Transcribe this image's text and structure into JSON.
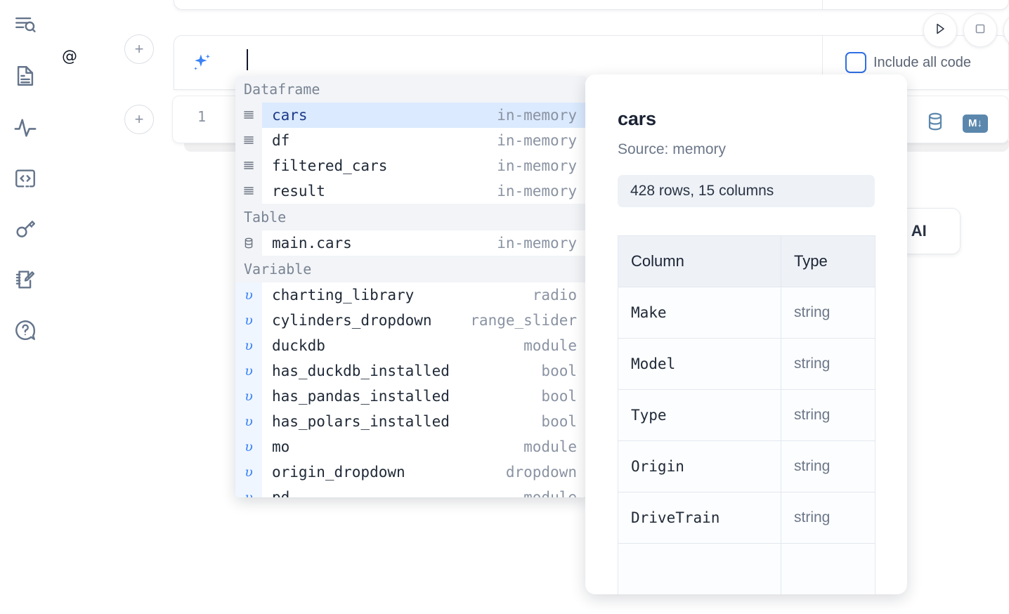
{
  "app": {
    "sidebar": {
      "items": [
        {
          "icon": "file-search-icon",
          "label": "Explore"
        },
        {
          "icon": "document-icon",
          "label": "Notebook"
        },
        {
          "icon": "activity-pulse-icon",
          "label": "Runtime"
        },
        {
          "icon": "code-brackets-icon",
          "label": "Snippets"
        },
        {
          "icon": "key-icon",
          "label": "Secrets"
        },
        {
          "icon": "notebook-pencil-icon",
          "label": "Scratchpad"
        },
        {
          "icon": "help-chat-icon",
          "label": "Help"
        }
      ]
    },
    "toolbar": {
      "run_label": "Run",
      "stop_label": "Stop",
      "include_all_code_label": "Include all code",
      "include_all_code_checked": false,
      "add_cell_label": "+"
    },
    "ai_prompt": {
      "value": "@",
      "sparkle_icon": "ai-sparkle-icon"
    },
    "code_cell": {
      "line_number": "1",
      "database_icon": "database-icon",
      "markdown_badge": "M↓"
    },
    "ghost_button": {
      "label": "h AI"
    }
  },
  "autocomplete": {
    "groups": [
      {
        "title": "Dataframe",
        "items": [
          {
            "icon": "dataframe-icon",
            "name": "cars",
            "meta": "in-memory",
            "selected": true
          },
          {
            "icon": "dataframe-icon",
            "name": "df",
            "meta": "in-memory",
            "selected": false
          },
          {
            "icon": "dataframe-icon",
            "name": "filtered_cars",
            "meta": "in-memory",
            "selected": false
          },
          {
            "icon": "dataframe-icon",
            "name": "result",
            "meta": "in-memory",
            "selected": false
          }
        ]
      },
      {
        "title": "Table",
        "items": [
          {
            "icon": "table-db-icon",
            "name": "main.cars",
            "meta": "in-memory",
            "selected": false
          }
        ]
      },
      {
        "title": "Variable",
        "items": [
          {
            "icon": "variable-icon",
            "name": "charting_library",
            "meta": "radio",
            "selected": false
          },
          {
            "icon": "variable-icon",
            "name": "cylinders_dropdown",
            "meta": "range_slider",
            "selected": false
          },
          {
            "icon": "variable-icon",
            "name": "duckdb",
            "meta": "module",
            "selected": false
          },
          {
            "icon": "variable-icon",
            "name": "has_duckdb_installed",
            "meta": "bool",
            "selected": false
          },
          {
            "icon": "variable-icon",
            "name": "has_pandas_installed",
            "meta": "bool",
            "selected": false
          },
          {
            "icon": "variable-icon",
            "name": "has_polars_installed",
            "meta": "bool",
            "selected": false
          },
          {
            "icon": "variable-icon",
            "name": "mo",
            "meta": "module",
            "selected": false
          },
          {
            "icon": "variable-icon",
            "name": "origin_dropdown",
            "meta": "dropdown",
            "selected": false
          },
          {
            "icon": "variable-icon",
            "name": "pd",
            "meta": "module",
            "selected": false
          }
        ]
      }
    ]
  },
  "doc_panel": {
    "title": "cars",
    "source": "Source: memory",
    "shape": "428 rows, 15 columns",
    "table": {
      "headers": [
        "Column",
        "Type"
      ],
      "rows": [
        [
          "Make",
          "string"
        ],
        [
          "Model",
          "string"
        ],
        [
          "Type",
          "string"
        ],
        [
          "Origin",
          "string"
        ],
        [
          "DriveTrain",
          "string"
        ],
        [
          "",
          ""
        ]
      ]
    }
  }
}
